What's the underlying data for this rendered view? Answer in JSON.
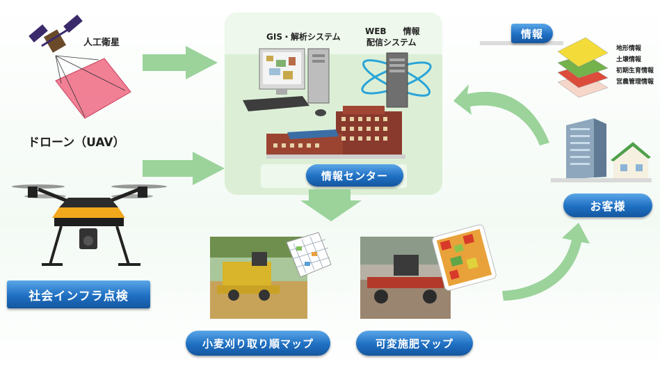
{
  "sources": {
    "satellite_label": "人工衛星",
    "drone_label": "ドローン（UAV）",
    "infra_label": "社会インフラ点検"
  },
  "center": {
    "gis_label": "GIS・解析システム",
    "web_label_line1": "WEB　　情報",
    "web_label_line2": "配信システム",
    "center_label": "情報センター"
  },
  "customer": {
    "info_label": "情報",
    "layers": [
      "地形情報",
      "土壌情報",
      "初期生育情報",
      "営農管理情報"
    ],
    "customer_label": "お客様"
  },
  "maps": {
    "harvest_label": "小麦刈り取り順マップ",
    "fertilizer_label": "可変施肥マップ"
  },
  "colors": {
    "pill_blue": "#1f6fc2",
    "arrow_green": "#9bd39b",
    "center_bg": "#dff1da"
  }
}
